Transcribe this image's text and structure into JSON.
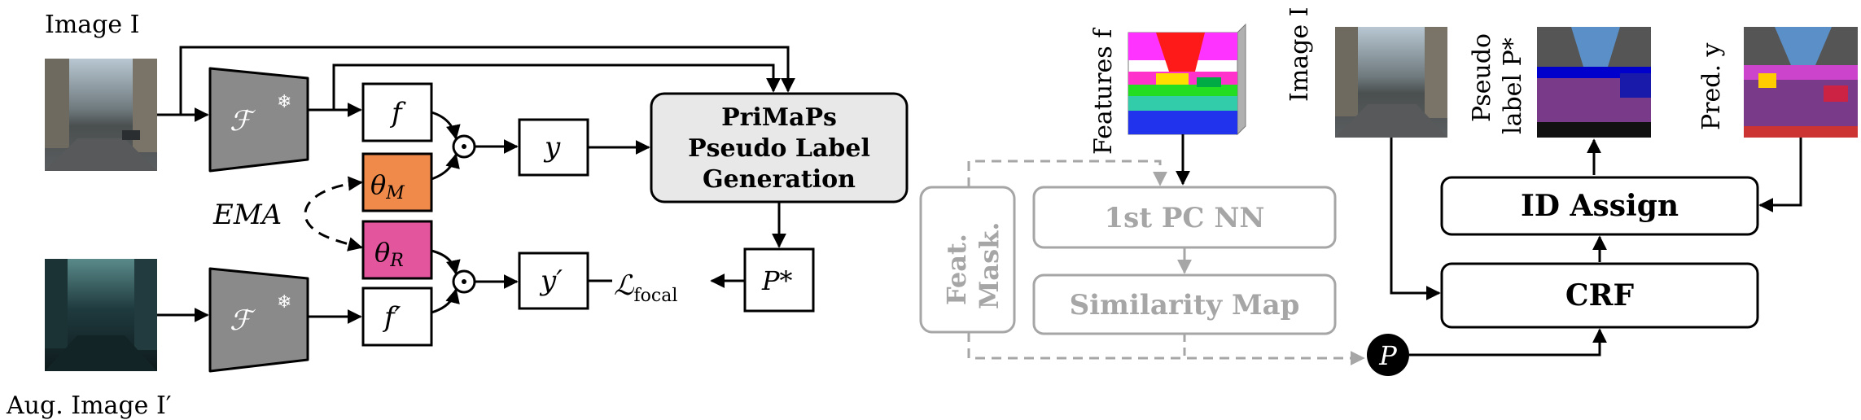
{
  "left": {
    "image_label": "Image I",
    "aug_image_label": "Aug. Image I′",
    "encoder_top": "ℱ",
    "encoder_bottom": "ℱ",
    "snowflake": "❄",
    "f": "f",
    "f_prime": "f′",
    "theta_m": "θ",
    "theta_m_sub": "M",
    "theta_r": "θ",
    "theta_r_sub": "R",
    "ema": "EMA",
    "dot": "⊙",
    "y": "y",
    "y_prime": "y′",
    "loss": "ℒ",
    "loss_sub": "focal",
    "primaps_line1": "PriMaPs",
    "primaps_line2": "Pseudo Label",
    "primaps_line3": "Generation",
    "p_star": "P*"
  },
  "right": {
    "features_label": "Features f",
    "feat_mask_line1": "Feat.",
    "feat_mask_line2": "Mask.",
    "pc_nn": "1st PC NN",
    "similarity_map": "Similarity Map",
    "p_node": "P",
    "image_label": "Image I",
    "pseudo_line1": "Pseudo",
    "pseudo_line2": "label P*",
    "pred_label": "Pred. y",
    "id_assign": "ID Assign",
    "crf": "CRF"
  },
  "colors": {
    "encoder": "#8a8a8a",
    "theta_m": "#f08a4b",
    "theta_r": "#e3559d",
    "primaps_box": "#e8e8e8",
    "faded": "#a6a6a6"
  }
}
